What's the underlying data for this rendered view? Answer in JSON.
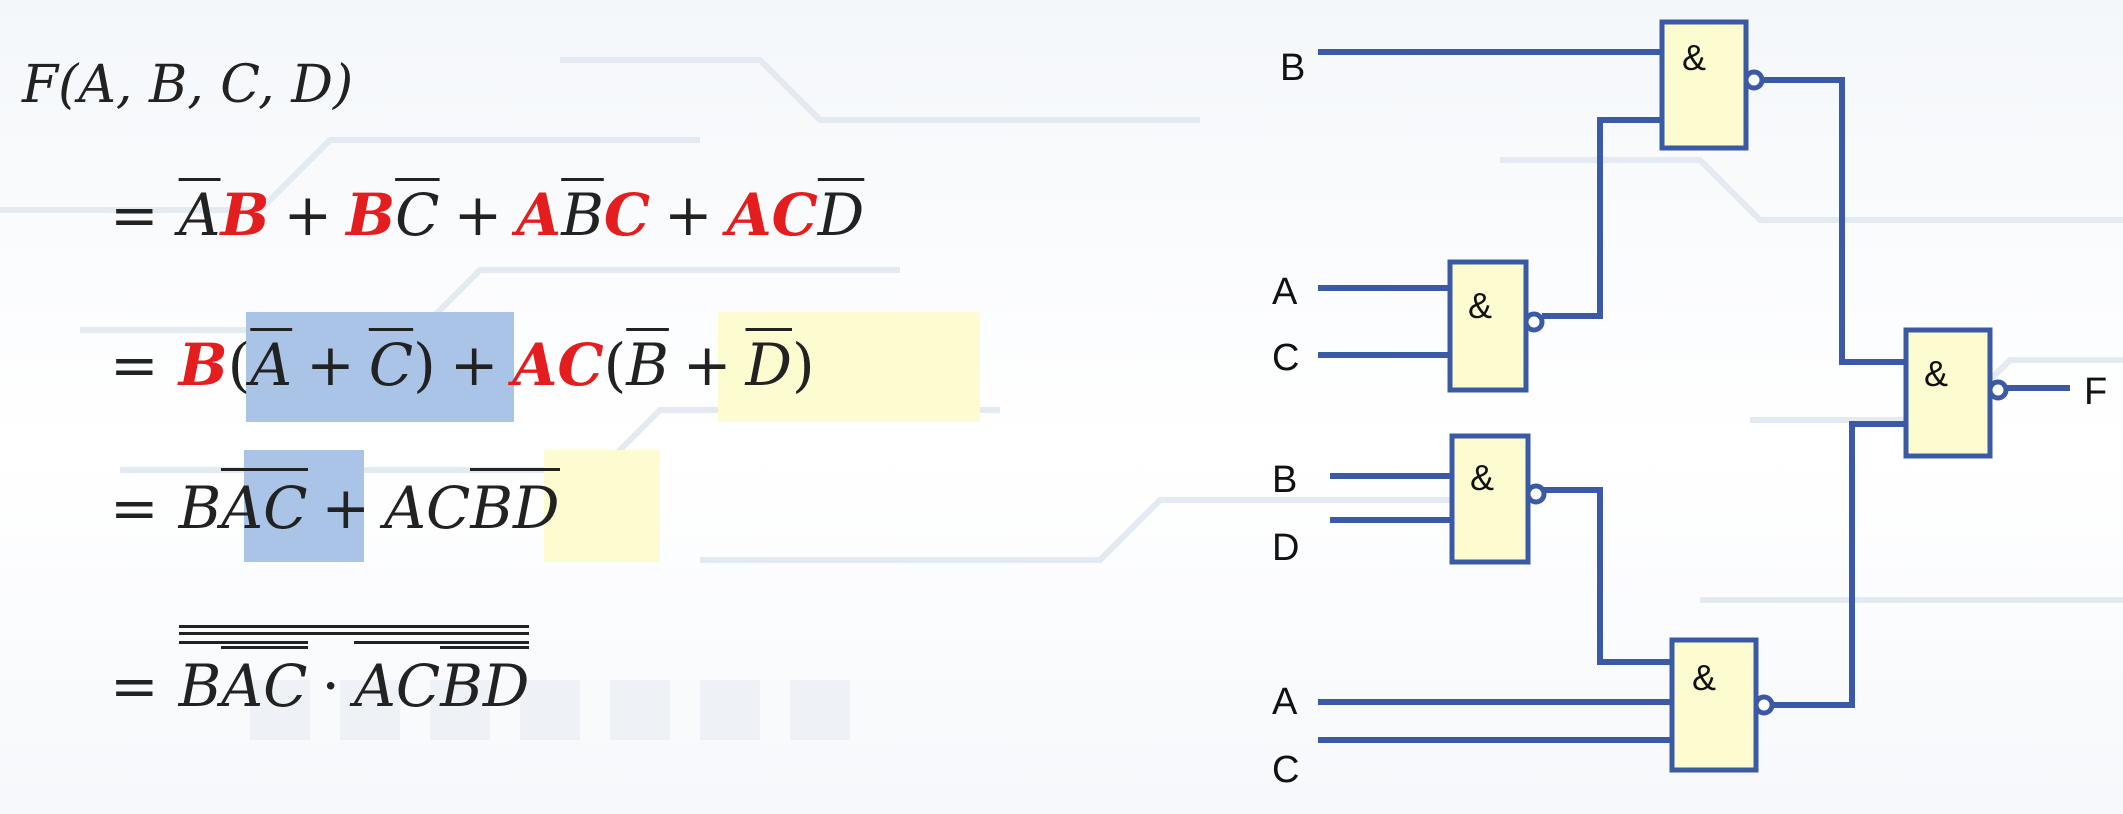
{
  "colors": {
    "wire": "#3b5aa5",
    "gate_fill": "#fdfbd0",
    "gate_border": "#3b5aa5",
    "highlight_blue": "#a9c4e6",
    "highlight_yellow": "#fdfbd0",
    "red_terms": "#e41e1e"
  },
  "formula": {
    "header": "F(A, B, C, D)",
    "eq": "=",
    "plus": "+",
    "dot": "·",
    "vars": {
      "A": "A",
      "B": "B",
      "C": "C",
      "D": "D"
    },
    "paren_open": "(",
    "paren_close": ")"
  },
  "circuit": {
    "gate_symbol": "&",
    "inputs": {
      "g1_b": "B",
      "g2_a": "A",
      "g2_c": "C",
      "g3_b": "B",
      "g3_d": "D",
      "g4_a": "A",
      "g4_c": "C"
    },
    "output": "F"
  }
}
